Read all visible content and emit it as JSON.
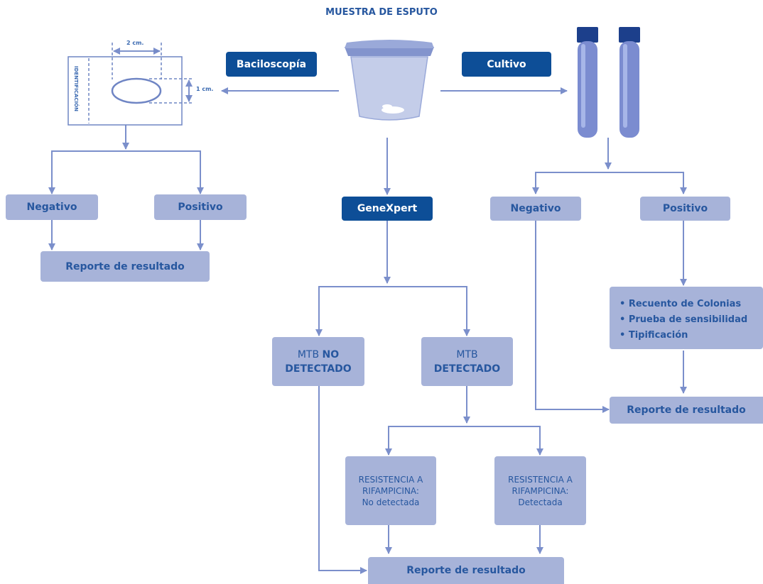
{
  "title": "MUESTRA DE ESPUTO",
  "baciloscopia": {
    "label": "Baciloscopía",
    "slide_id_label": "IDENTIFICACIÓN",
    "width_label": "2 cm.",
    "height_label": "1 cm.",
    "negativo": "Negativo",
    "positivo": "Positivo",
    "reporte": "Reporte de resultado"
  },
  "cultivo": {
    "label": "Cultivo",
    "negativo": "Negativo",
    "positivo": "Positivo",
    "items": [
      "Recuento de Colonias",
      "Prueba de sensibilidad",
      "Tipificación"
    ],
    "reporte": "Reporte de resultado"
  },
  "genexpert": {
    "label": "GeneXpert",
    "no_detectado_prefix": "MTB ",
    "no_detectado_strong": "NO",
    "no_detectado_rest": "DETECTADO",
    "detectado_prefix": "MTB",
    "detectado_strong": "DETECTADO",
    "rif_no_line1": "RESISTENCIA A",
    "rif_no_line2": "RIFAMPICINA:",
    "rif_no_line3": "No detectada",
    "rif_det_line1": "RESISTENCIA A",
    "rif_det_line2": "RIFAMPICINA:",
    "rif_det_line3": "Detectada",
    "reporte": "Reporte de resultado"
  },
  "colors": {
    "dark_box": "#0d4e97",
    "light_box": "#a7b3d9",
    "text": "#27579f",
    "arrow": "#7b8fcb"
  }
}
